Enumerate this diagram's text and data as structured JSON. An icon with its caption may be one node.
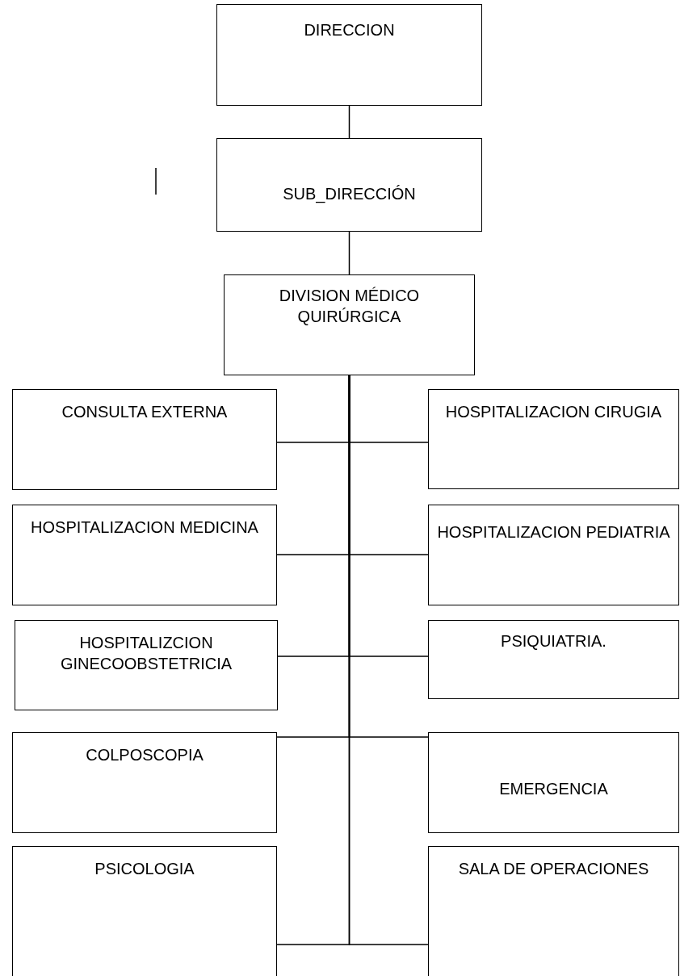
{
  "diagram": {
    "nodes": [
      {
        "text": [
          "DIRECCION"
        ]
      },
      {
        "text": [
          "SUB_DIRECCIÓN"
        ]
      },
      {
        "text": [
          "DIVISION MÉDICO QUIRÚRGICA"
        ]
      },
      {
        "text": [
          "CONSULTA EXTERNA"
        ]
      },
      {
        "text": [
          "HOSPITALIZACION CIRUGIA"
        ]
      },
      {
        "text": [
          "HOSPITALIZACION MEDICINA"
        ]
      },
      {
        "text": [
          "HOSPITALIZACION PEDIATRIA"
        ]
      },
      {
        "text": [
          "HOSPITALIZCION GINECOOBSTETRICIA"
        ]
      },
      {
        "text": [
          "PSIQUIATRIA."
        ]
      },
      {
        "text": [
          "COLPOSCOPIA"
        ]
      },
      {
        "text": [
          "EMERGENCIA"
        ]
      },
      {
        "text": [
          "PSICOLOGIA"
        ]
      },
      {
        "text": [
          "SALA DE OPERACIONES"
        ]
      }
    ],
    "edges": [
      {
        "from": 0,
        "to": 1,
        "arrow": "none"
      },
      {
        "from": 1,
        "to": 2,
        "arrow": "none"
      },
      {
        "from": 2,
        "to": 3,
        "arrow": "none"
      },
      {
        "from": 2,
        "to": 4,
        "arrow": "none"
      },
      {
        "from": 2,
        "to": 5,
        "arrow": "none"
      },
      {
        "from": 2,
        "to": 6,
        "arrow": "none"
      },
      {
        "from": 2,
        "to": 7,
        "arrow": "none"
      },
      {
        "from": 2,
        "to": 8,
        "arrow": "none"
      },
      {
        "from": 2,
        "to": 9,
        "arrow": "none"
      },
      {
        "from": 2,
        "to": 10,
        "arrow": "none"
      },
      {
        "from": 2,
        "to": 11,
        "arrow": "none"
      },
      {
        "from": 2,
        "to": 12,
        "arrow": "none"
      }
    ]
  }
}
